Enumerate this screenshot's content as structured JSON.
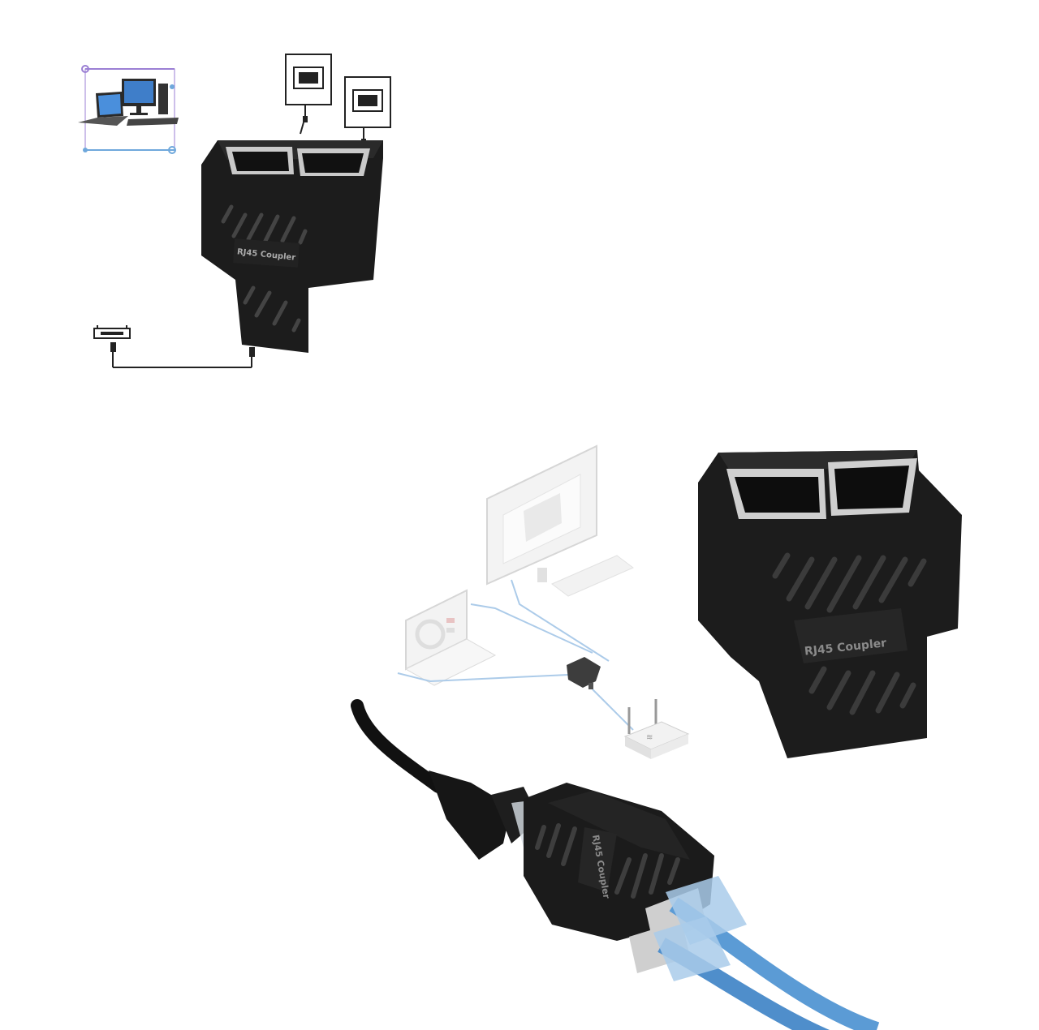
{
  "top_scene": {
    "coupler_label": "RJ45 Coupler"
  },
  "bottom_scene": {
    "coupler_label": "RJ45 Coupler",
    "inline_coupler_label": "RJ45 Coupler"
  },
  "colors": {
    "coupler_body": "#1c1c1c",
    "port_metal": "#c9c9c9",
    "cable_blue": "#5b9bd5",
    "cable_black": "#111111",
    "diagram_line": "#9ec3e6"
  }
}
